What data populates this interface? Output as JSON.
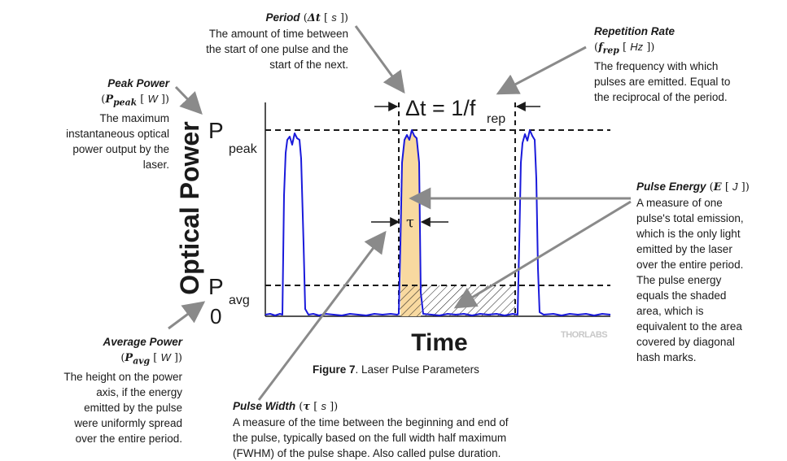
{
  "figure": {
    "caption_label": "Figure 7",
    "caption_text": ". Laser Pulse Parameters",
    "y_axis_title": "Optical Power",
    "x_axis_title": "Time",
    "logo": "THORLABS",
    "tick_p": "P",
    "tick_peak_sub": "peak",
    "tick_avg_sub": "avg",
    "tick_zero": "0",
    "period_eq_main": "Δt = 1/f",
    "period_eq_sub": "rep",
    "tau_label": "τ"
  },
  "callouts": {
    "period": {
      "title": "Period",
      "sym_open": " (",
      "sym": "Δt",
      "unit_open": " [ ",
      "unit": "s",
      "unit_close": " ])",
      "lines": [
        "The amount of time between",
        "the start of one pulse and the",
        "start of the next."
      ]
    },
    "rep_rate": {
      "title": "Repetition Rate",
      "sym_open": "(",
      "sym": "f",
      "sym_sub": "rep",
      "unit_open": " [ ",
      "unit": "Hz",
      "unit_close": " ])",
      "lines": [
        "The frequency with which",
        "pulses are emitted. Equal to",
        "the reciprocal of the period."
      ]
    },
    "peak_power": {
      "title": "Peak Power",
      "sym_open": "(",
      "sym": "P",
      "sym_sub": "peak",
      "unit_open": " [ ",
      "unit": "W",
      "unit_close": " ])",
      "lines": [
        "The maximum",
        "instantaneous optical",
        "power output by the",
        "laser."
      ]
    },
    "pulse_energy": {
      "title": "Pulse Energy",
      "sym_open": " (",
      "sym": "E",
      "unit_open": " [ ",
      "unit": "J",
      "unit_close": " ])",
      "lines": [
        "A measure of one",
        "pulse's total emission,",
        "which is the only light",
        "emitted by the laser",
        "over the entire period.",
        "The pulse energy",
        "equals the shaded",
        "area, which is",
        "equivalent to the area",
        "covered by diagonal",
        "hash marks."
      ]
    },
    "avg_power": {
      "title": "Average Power",
      "sym_open": "(",
      "sym": "P",
      "sym_sub": "avg",
      "unit_open": " [ ",
      "unit": "W",
      "unit_close": " ])",
      "lines": [
        "The height on the power",
        "axis, if the energy",
        "emitted by the pulse",
        "were uniformly spread",
        "over the entire period."
      ]
    },
    "pulse_width": {
      "title": "Pulse Width",
      "sym_open": " (",
      "sym": "τ",
      "unit_open": " [ ",
      "unit": "s",
      "unit_close": " ])",
      "lines": [
        "A measure of the time between the beginning and end of",
        "the pulse, typically based on the full width half maximum",
        "(FWHM) of the pulse shape. Also called pulse duration."
      ]
    }
  },
  "colors": {
    "signal": "#1a1adb",
    "pulse_fill": "#f8d9a0",
    "arrow_gray": "#8a8a8a",
    "text": "#1a1a1a"
  }
}
